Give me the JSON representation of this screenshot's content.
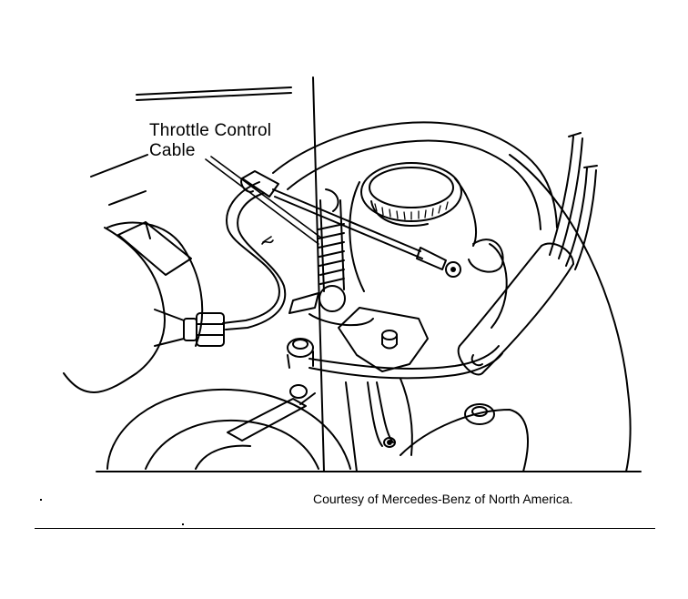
{
  "figure": {
    "callout_label_lines": [
      "Throttle Control",
      "Cable"
    ],
    "courtesy": "Courtesy of Mercedes-Benz of North America."
  },
  "colors": {
    "ink": "#000000",
    "paper": "#ffffff"
  }
}
